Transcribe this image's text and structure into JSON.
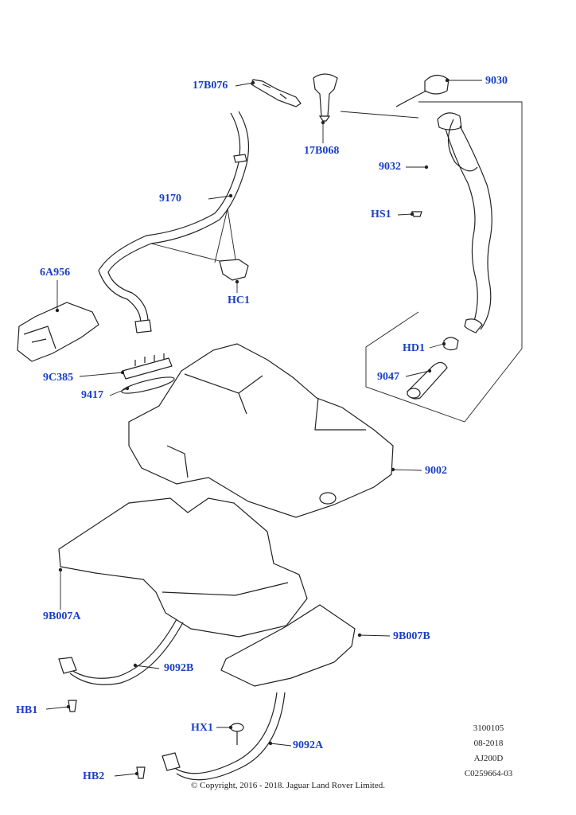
{
  "diagram": {
    "callouts": {
      "c17B076": "17B076",
      "c17B068": "17B068",
      "c9030": "9030",
      "c9032": "9032",
      "c9170": "9170",
      "cHS1": "HS1",
      "c6A956": "6A956",
      "cHC1": "HC1",
      "cHD1": "HD1",
      "c9C385": "9C385",
      "c9047": "9047",
      "c9417": "9417",
      "c9002": "9002",
      "c9B007A": "9B007A",
      "c9B007B": "9B007B",
      "c9092B": "9092B",
      "cHB1": "HB1",
      "cHX1": "HX1",
      "c9092A": "9092A",
      "cHB2": "HB2"
    },
    "reference": {
      "number": "3100105",
      "date": "08-2018",
      "model": "AJ200D",
      "code": "C0259664-03"
    },
    "copyright": "© Copyright, 2016 - 2018. Jaguar Land Rover Limited.",
    "colors": {
      "callout": "#1a3fc4",
      "line": "#222222",
      "shading": "#cfcfcf"
    }
  }
}
